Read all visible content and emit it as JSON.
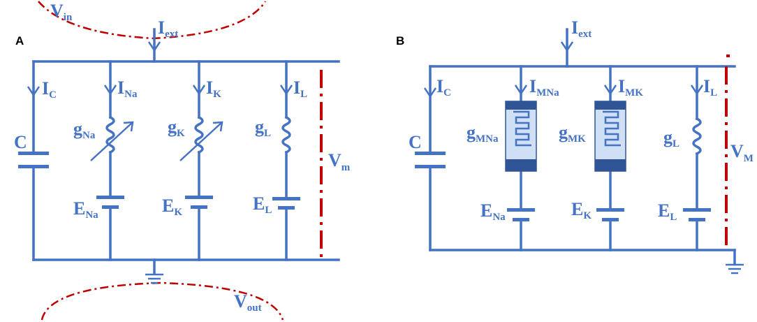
{
  "panel_a": {
    "letter": "A",
    "v_in": {
      "main": "V",
      "sub": "in"
    },
    "v_out": {
      "main": "V",
      "sub": "out"
    },
    "i_ext": {
      "main": "I",
      "sub": "ext"
    },
    "i_c": {
      "main": "I",
      "sub": "C"
    },
    "i_na": {
      "main": "I",
      "sub": "Na"
    },
    "i_k": {
      "main": "I",
      "sub": "K"
    },
    "i_l": {
      "main": "I",
      "sub": "L"
    },
    "c": "C",
    "g_na": {
      "main": "g",
      "sub": "Na"
    },
    "g_k": {
      "main": "g",
      "sub": "K"
    },
    "g_l": {
      "main": "g",
      "sub": "L"
    },
    "e_na": {
      "main": "E",
      "sub": "Na"
    },
    "e_k": {
      "main": "E",
      "sub": "K"
    },
    "e_l": {
      "main": "E",
      "sub": "L"
    },
    "v_m": {
      "main": "V",
      "sub": "m"
    }
  },
  "panel_b": {
    "letter": "B",
    "i_ext": {
      "main": "I",
      "sub": "ext"
    },
    "i_c": {
      "main": "I",
      "sub": "C"
    },
    "i_mna": {
      "main": "I",
      "sub": "MNa"
    },
    "i_mk": {
      "main": "I",
      "sub": "MK"
    },
    "i_l": {
      "main": "I",
      "sub": "L"
    },
    "c": "C",
    "g_mna": {
      "main": "g",
      "sub": "MNa"
    },
    "g_mk": {
      "main": "g",
      "sub": "MK"
    },
    "g_l": {
      "main": "g",
      "sub": "L"
    },
    "e_na": {
      "main": "E",
      "sub": "Na"
    },
    "e_k": {
      "main": "E",
      "sub": "K"
    },
    "e_l": {
      "main": "E",
      "sub": "L"
    },
    "v_m": {
      "main": "V",
      "sub": "M"
    }
  },
  "colors": {
    "wire": "#4472c4",
    "voltage": "#c00000",
    "memristor": "#2f5597"
  }
}
